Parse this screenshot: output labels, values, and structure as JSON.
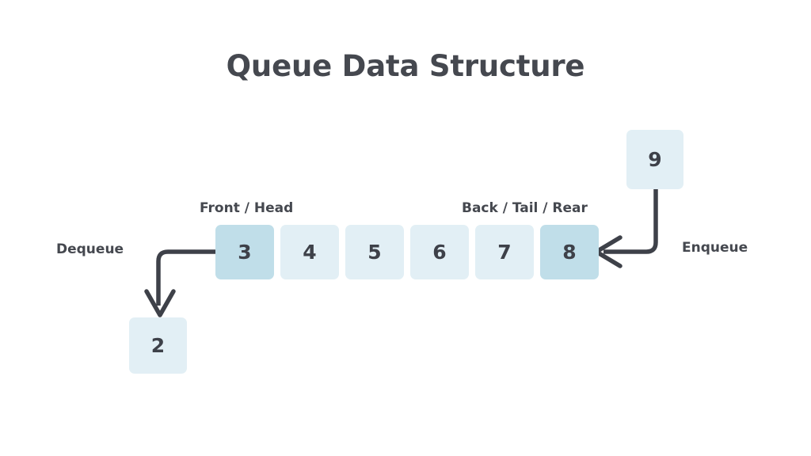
{
  "title": "Queue Data Structure",
  "colors": {
    "background": "#ffffff",
    "text_dark": "#45484f",
    "cell_light": "#e2eff5",
    "cell_accent": "#c0dee9",
    "arrow": "#3e4149"
  },
  "diagram": {
    "type": "queue",
    "cells": [
      {
        "value": "3",
        "style": "accent"
      },
      {
        "value": "4",
        "style": "light"
      },
      {
        "value": "5",
        "style": "light"
      },
      {
        "value": "6",
        "style": "light"
      },
      {
        "value": "7",
        "style": "light"
      },
      {
        "value": "8",
        "style": "accent"
      }
    ],
    "pointers": {
      "front_label": "Front / Head",
      "back_label": "Back / Tail / Rear"
    },
    "operations": {
      "enqueue": {
        "label": "Enqueue",
        "value": "9",
        "direction": "into-back"
      },
      "dequeue": {
        "label": "Dequeue",
        "value": "2",
        "direction": "out-of-front"
      }
    }
  }
}
